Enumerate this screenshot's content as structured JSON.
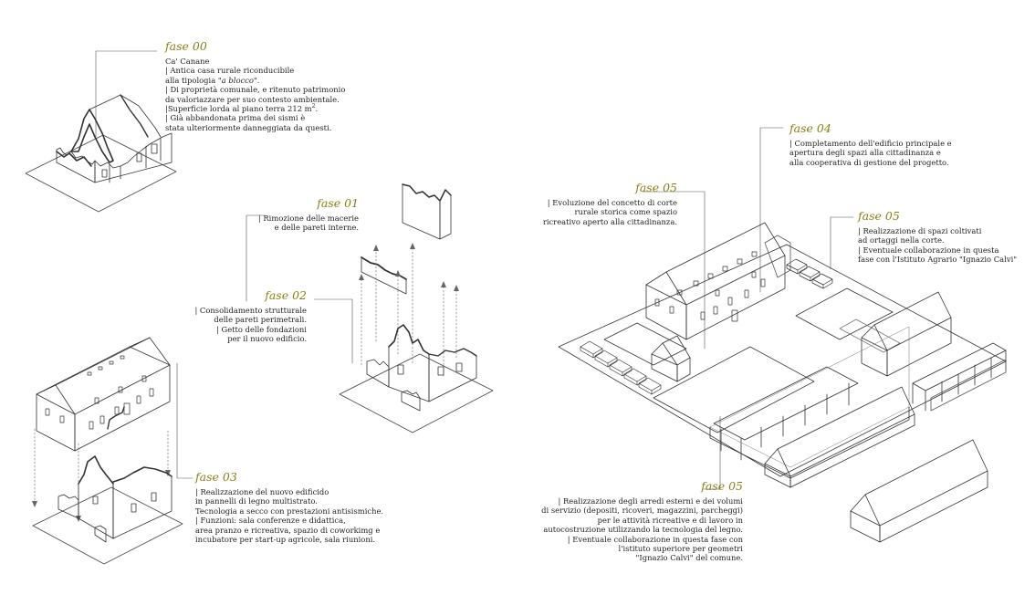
{
  "accent_color": "#8a7f12",
  "phases": [
    {
      "id": "f00",
      "label": "fase 00",
      "lines": [
        "Ca' Canane",
        "| Antica casa rurale riconducibile",
        "alla tipologia",
        "| Di proprietà comunale, e ritenuto patrimonio",
        "da valoriazzare per suo contesto ambientale.",
        "|Superficie lorda al piano terra 212 m",
        "| Già abbandonata prima dei sismi è",
        "stata ulteriormente danneggiata da questi."
      ],
      "typology": "\"a blocco\".",
      "area_exponent": "2"
    },
    {
      "id": "f01",
      "label": "fase 01",
      "lines": [
        "| Rimozione delle macerie",
        "e delle pareti interne."
      ]
    },
    {
      "id": "f02",
      "label": "fase 02",
      "lines": [
        "| Consolidamento strutturale",
        "delle pareti perimetrali.",
        "| Getto delle fondazioni",
        "per il nuovo edificio."
      ]
    },
    {
      "id": "f03",
      "label": "fase 03",
      "lines": [
        "| Realizzazione del nuovo edificido",
        "in pannelli di legno multistrato.",
        "Tecnologia a secco con prestazioni antisismiche.",
        "| Funzioni: sala conferenze e didattica,",
        "area pranzo e ricreativa, spazio di coworkimg e",
        "incubatore per start-up agricole, sala riunioni."
      ]
    },
    {
      "id": "f04",
      "label": "fase 04",
      "lines": [
        "| Completamento dell'edificio principale e",
        "apertura degli spazi alla cittadinanza e",
        "alla cooperativa di gestione del progetto."
      ]
    },
    {
      "id": "f05a",
      "label": "fase 05",
      "lines": [
        "| Evoluzione del concetto di corte",
        "rurale storica come spazio",
        "ricreativo aperto alla cittadinanza."
      ]
    },
    {
      "id": "f05b",
      "label": "fase 05",
      "lines": [
        "| Realizzazione di spazi coltivati",
        "ad ortaggi nella corte.",
        "| Eventuale collaborazione in questa",
        "fase con l'Istituto Agrario \"Ignazio Calvi\""
      ]
    },
    {
      "id": "f05c",
      "label": "fase 05",
      "lines": [
        "| Realizzazione degli arredi esterni e dei volumi",
        "di servizio (depositi, ricoveri, magazzini, parcheggi)",
        "per le attività ricreative e di lavoro in",
        "autocostruzione utilizzando la tecnologia del legno.",
        "| Eventuale collaborazione in questa fase con",
        "l'istituto superiore per geometri",
        "\"Ignazio Calvi\" del comune."
      ]
    }
  ]
}
